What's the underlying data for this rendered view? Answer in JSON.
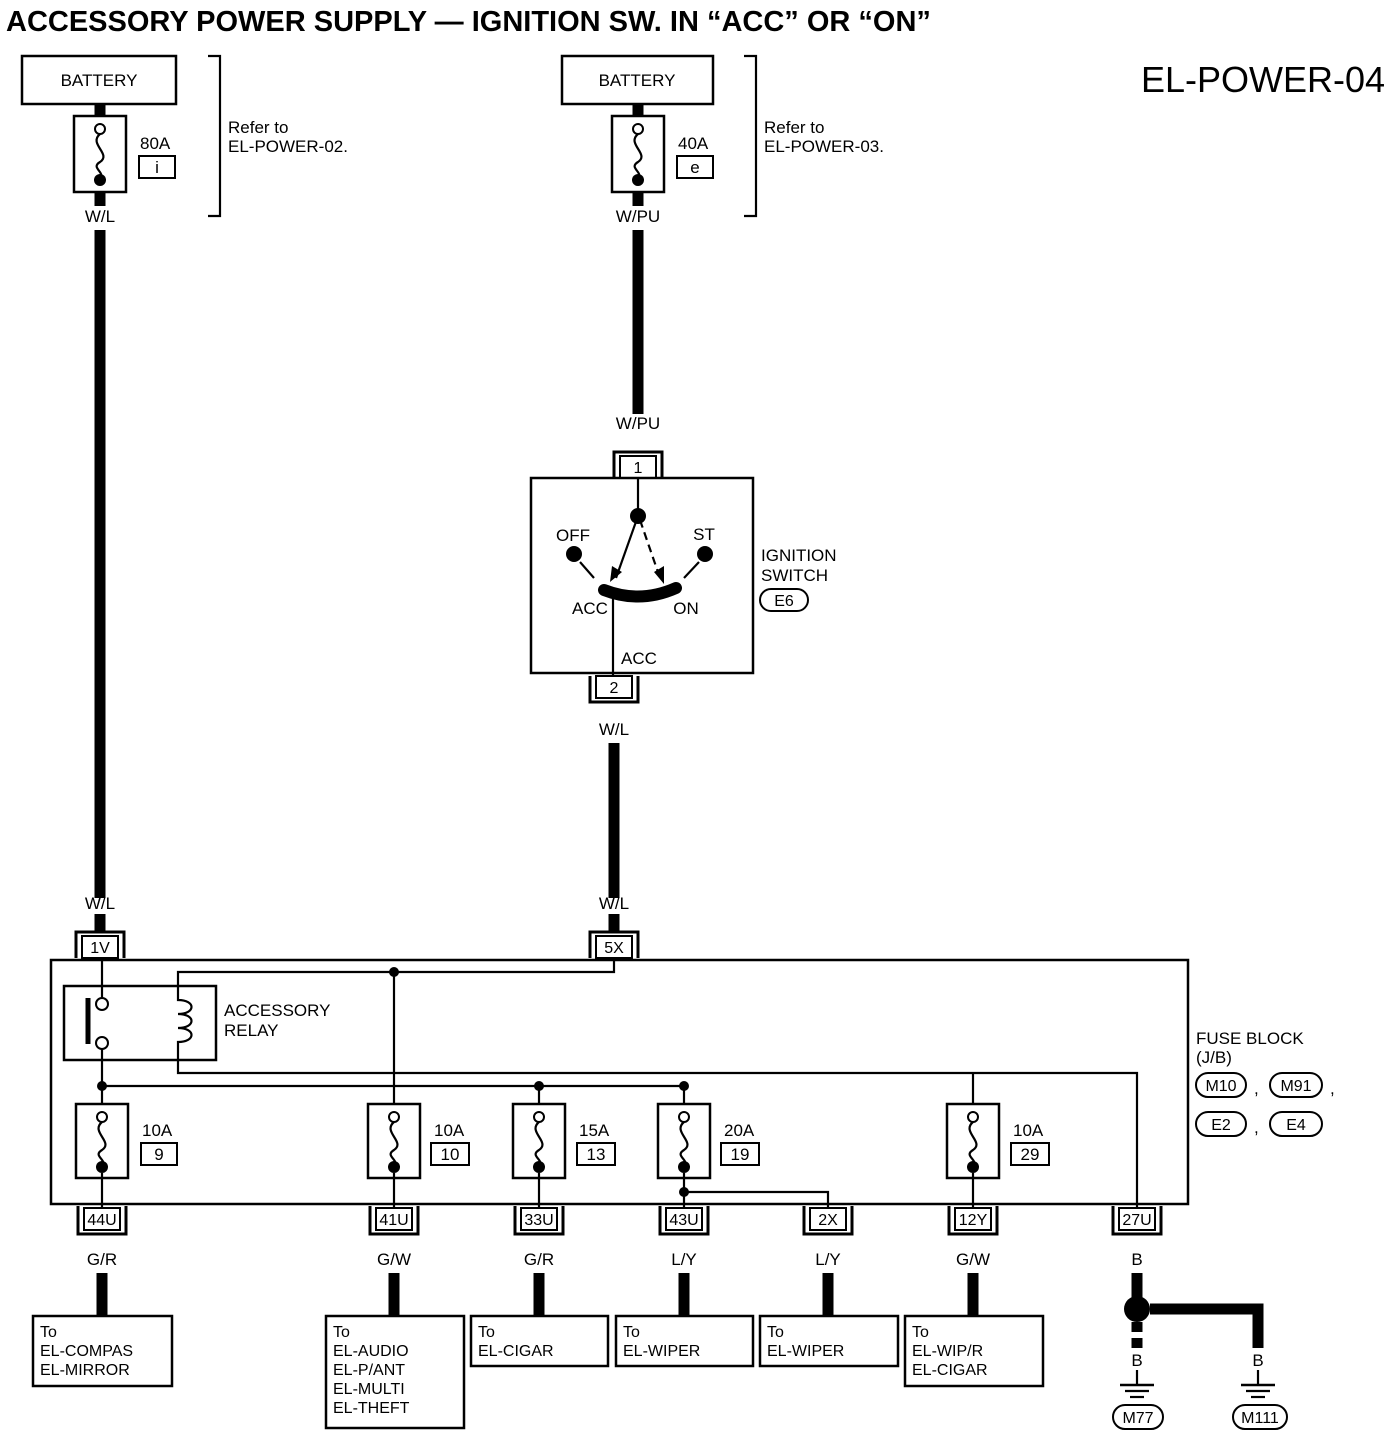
{
  "title": "ACCESSORY POWER SUPPLY — IGNITION SW. IN “ACC” OR “ON”",
  "diagram_code": "EL-POWER-04",
  "battery_left": {
    "label": "BATTERY",
    "fuse_rating": "80A",
    "fuse_id": "i",
    "wire_out": "W/L",
    "refer_line1": "Refer to",
    "refer_line2": "EL-POWER-02."
  },
  "battery_right": {
    "label": "BATTERY",
    "fuse_rating": "40A",
    "fuse_id": "e",
    "wire_out": "W/PU",
    "refer_line1": "Refer to",
    "refer_line2": "EL-POWER-03."
  },
  "ignition_switch": {
    "wire_in": "W/PU",
    "pin_in": "1",
    "pin_out": "2",
    "wire_out": "W/L",
    "pos_off": "OFF",
    "pos_st": "ST",
    "pos_acc": "ACC",
    "pos_on": "ON",
    "out_label": "ACC",
    "name_line1": "IGNITION",
    "name_line2": "SWITCH",
    "connector": "E6"
  },
  "fuse_block": {
    "wire_left": "W/L",
    "wire_right": "W/L",
    "pin_left": "1V",
    "pin_right": "5X",
    "relay_line1": "ACCESSORY",
    "relay_line2": "RELAY",
    "name_line1": "FUSE BLOCK",
    "name_line2": "(J/B)",
    "connectors": [
      "M10",
      "M91",
      "E2",
      "E4"
    ],
    "sep": ",",
    "fuses": [
      {
        "rating": "10A",
        "number": "9"
      },
      {
        "rating": "10A",
        "number": "10"
      },
      {
        "rating": "15A",
        "number": "13"
      },
      {
        "rating": "20A",
        "number": "19"
      },
      {
        "rating": "10A",
        "number": "29"
      }
    ]
  },
  "outputs": [
    {
      "pin": "44U",
      "wire": "G/R",
      "dest": [
        "To",
        "EL-COMPAS",
        "EL-MIRROR"
      ]
    },
    {
      "pin": "41U",
      "wire": "G/W",
      "dest": [
        "To",
        "EL-AUDIO",
        "EL-P/ANT",
        "EL-MULTI",
        "EL-THEFT"
      ]
    },
    {
      "pin": "33U",
      "wire": "G/R",
      "dest": [
        "To",
        "EL-CIGAR"
      ]
    },
    {
      "pin": "43U",
      "wire": "L/Y",
      "dest": [
        "To",
        "EL-WIPER"
      ]
    },
    {
      "pin": "2X",
      "wire": "L/Y",
      "dest": [
        "To",
        "EL-WIPER"
      ]
    },
    {
      "pin": "12Y",
      "wire": "G/W",
      "dest": [
        "To",
        "EL-WIP/R",
        "EL-CIGAR"
      ]
    }
  ],
  "ground": {
    "pin": "27U",
    "wire": "B",
    "wire_a": "B",
    "wire_b": "B",
    "conn_a": "M77",
    "conn_b": "M111"
  }
}
